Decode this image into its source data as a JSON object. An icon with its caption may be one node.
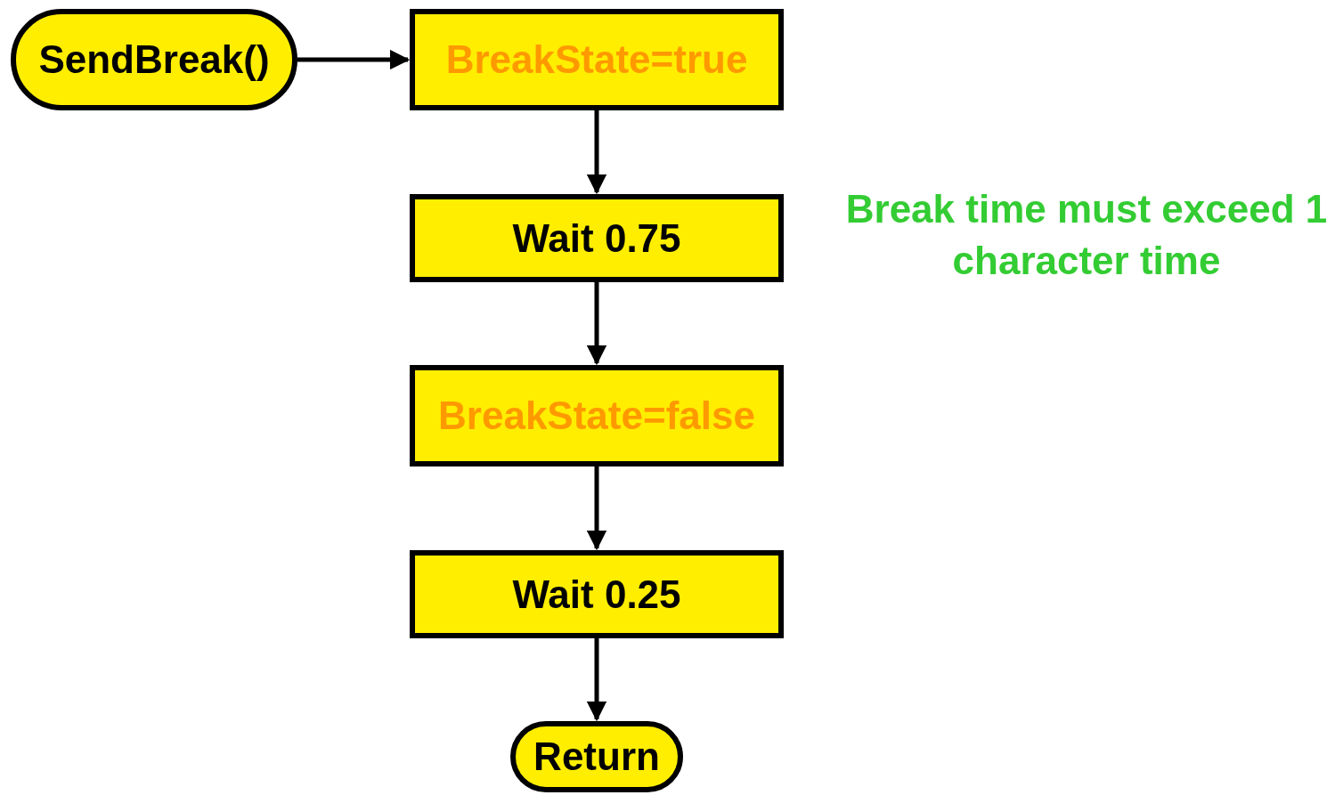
{
  "diagram": {
    "nodes": [
      {
        "text": [
          "SendBreak()"
        ]
      },
      {
        "text": [
          "BreakState=true"
        ]
      },
      {
        "text": [
          "Wait 0.75"
        ]
      },
      {
        "text": [
          "BreakState=false"
        ]
      },
      {
        "text": [
          "Wait 0.25"
        ]
      },
      {
        "text": [
          "Return"
        ]
      }
    ],
    "edges": [
      {
        "from": 0,
        "to": 1,
        "arrow": "to"
      },
      {
        "from": 1,
        "to": 2,
        "arrow": "to"
      },
      {
        "from": 2,
        "to": 3,
        "arrow": "to"
      },
      {
        "from": 3,
        "to": 4,
        "arrow": "to"
      },
      {
        "from": 4,
        "to": 5,
        "arrow": "to"
      }
    ],
    "labels": [
      "Break time must exceed 1 character time"
    ]
  }
}
